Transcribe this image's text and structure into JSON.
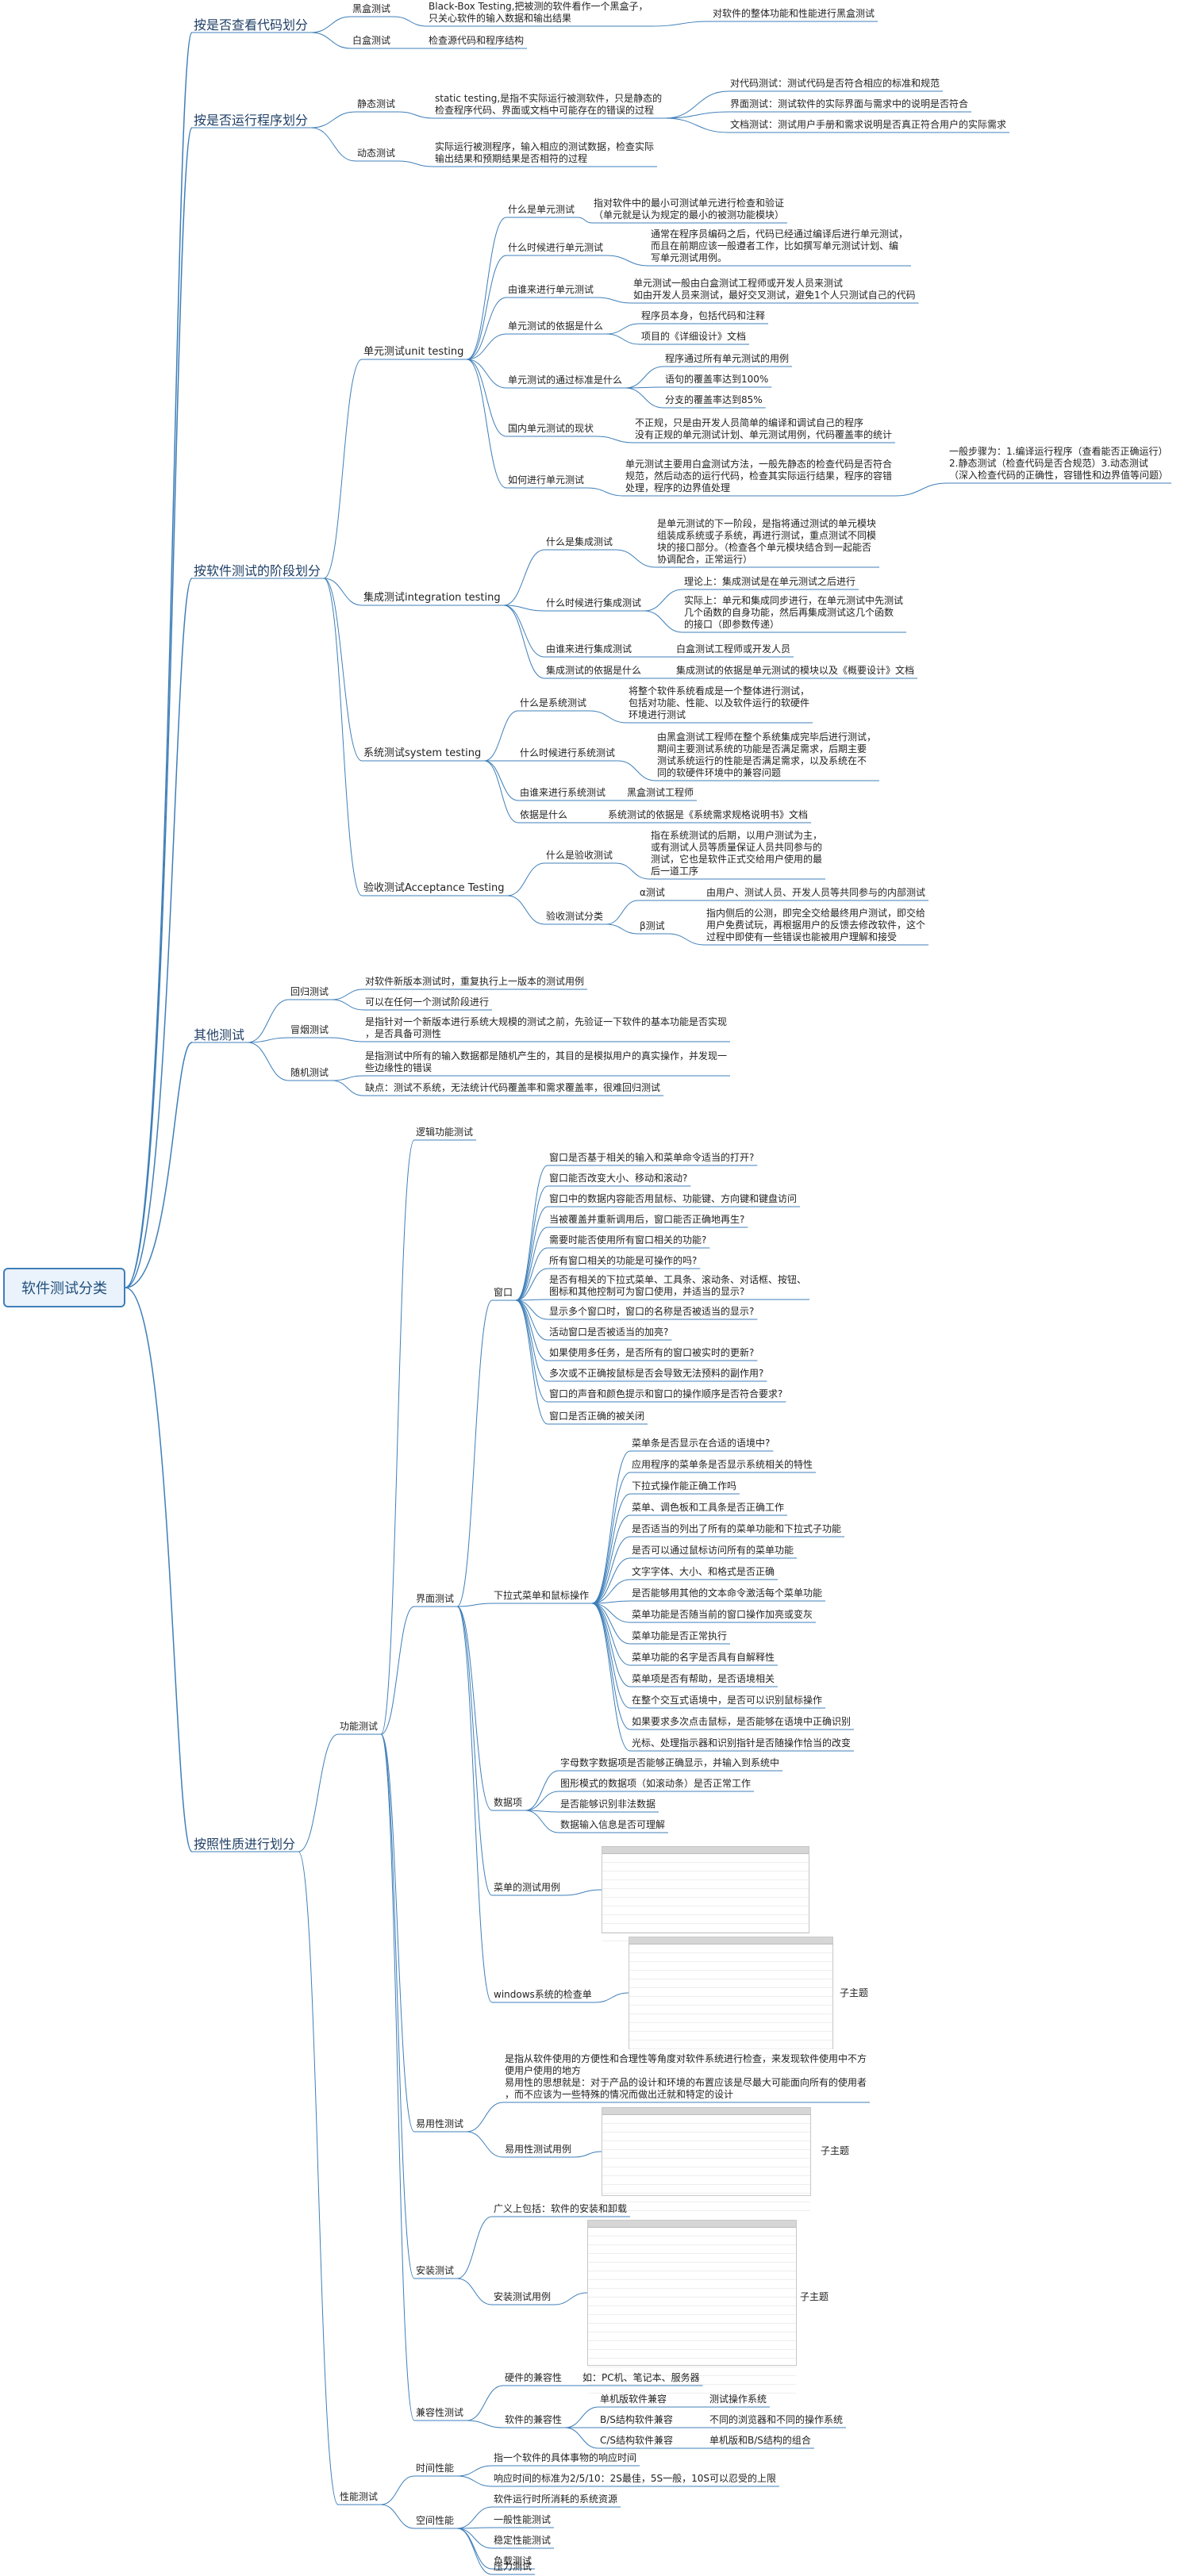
{
  "root": "软件测试分类",
  "branches": {
    "b1": "按是否查看代码划分",
    "b2": "按是否运行程序划分",
    "b3": "按软件测试的阶段划分",
    "b4": "其他测试",
    "b5": "按照性质进行划分"
  },
  "b1": {
    "black": "黑盒测试",
    "black_desc": "Black-Box Testing,把被测的软件看作一个黑盒子，\n只关心软件的输入数据和输出结果",
    "black_note": "对软件的整体功能和性能进行黑盒测试",
    "white": "白盒测试",
    "white_desc": "检查源代码和程序结构"
  },
  "b2": {
    "static": "静态测试",
    "static_desc": "static testing,是指不实际运行被测软件，只是静态的\n检查程序代码、界面或文档中可能存在的错误的过程",
    "static_items": [
      "对代码测试：测试代码是否符合相应的标准和规范",
      "界面测试：测试软件的实际界面与需求中的说明是否符合",
      "文档测试：测试用户手册和需求说明是否真正符合用户的实际需求"
    ],
    "dynamic": "动态测试",
    "dynamic_desc": "实际运行被测程序，输入相应的测试数据，检查实际\n输出结果和预期结果是否相符的过程"
  },
  "b3": {
    "unit": "单元测试unit testing",
    "unit_q": {
      "what": "什么是单元测试",
      "what_a": "指对软件中的最小可测试单元进行检查和验证\n（单元就是认为规定的最小的被测功能模块）",
      "when": "什么时候进行单元测试",
      "when_a": "通常在程序员编码之后，代码已经通过编译后进行单元测试，\n而且在前期应该一般遵者工作，比如撰写单元测试计划、编\n写单元测试用例。",
      "who": "由谁来进行单元测试",
      "who_a": "单元测试一般由白盒测试工程师或开发人员来测试\n如由开发人员来测试，最好交叉测试，避免1个人只测试自己的代码",
      "basis": "单元测试的依据是什么",
      "basis_a1": "程序员本身，包括代码和注释",
      "basis_a2": "项目的《详细设计》文档",
      "pass": "单元测试的通过标准是什么",
      "pass_a1": "程序通过所有单元测试的用例",
      "pass_a2": "语句的覆盖率达到100%",
      "pass_a3": "分支的覆盖率达到85%",
      "status": "国内单元测试的现状",
      "status_a": "不正规，只是由开发人员简单的编译和调试自己的程序\n没有正规的单元测试计划、单元测试用例，代码覆盖率的统计",
      "how": "如何进行单元测试",
      "how_a": "单元测试主要用白盒测试方法，一般先静态的检查代码是否符合\n规范，然后动态的运行代码，检查其实际运行结果，程序的容错\n处理，程序的边界值处理",
      "how_note": "一般步骤为：1.编译运行程序（查看能否正确运行）\n2.静态测试（检查代码是否合规范）3.动态测试\n（深入检查代码的正确性，容错性和边界值等问题）"
    },
    "integ": "集成测试integration testing",
    "integ_q": {
      "what": "什么是集成测试",
      "what_a": "是单元测试的下一阶段，是指将通过测试的单元模块\n组装成系统或子系统，再进行测试，重点测试不同模\n块的接口部分。（检查各个单元模块结合到一起能否\n协调配合，正常运行）",
      "when": "什么时候进行集成测试",
      "when_a1": "理论上：集成测试是在单元测试之后进行",
      "when_a2": "实际上：单元和集成同步进行，在单元测试中先测试\n几个函数的自身功能，然后再集成测试这几个函数\n的接口（即参数传递）",
      "who": "由谁来进行集成测试",
      "who_a": "白盒测试工程师或开发人员",
      "basis": "集成测试的依据是什么",
      "basis_a": "集成测试的依据是单元测试的模块以及《概要设计》文档"
    },
    "sys": "系统测试system testing",
    "sys_q": {
      "what": "什么是系统测试",
      "what_a": "将整个软件系统看成是一个整体进行测试，\n包括对功能、性能、以及软件运行的软硬件\n环境进行测试",
      "when": "什么时候进行系统测试",
      "when_a": "由黑盒测试工程师在整个系统集成完毕后进行测试，\n期间主要测试系统的功能是否满足需求，后期主要\n测试系统运行的性能是否满足需求，以及系统在不\n同的软硬件环境中的兼容问题",
      "who": "由谁来进行系统测试",
      "who_a": "黑盒测试工程师",
      "basis": "依据是什么",
      "basis_a": "系统测试的依据是《系统需求规格说明书》文档"
    },
    "acc": "验收测试Acceptance Testing",
    "acc_q": {
      "what": "什么是验收测试",
      "what_a": "指在系统测试的后期，以用户测试为主，\n或有测试人员等质量保证人员共同参与的\n测试，它也是软件正式交给用户使用的最\n后一道工序",
      "kinds": "验收测试分类",
      "alpha": "α测试",
      "alpha_a": "由用户、测试人员、开发人员等共同参与的内部测试",
      "beta": "β测试",
      "beta_a": "指内侧后的公测，即完全交给最终用户测试，即交给\n用户免费试玩，再根据用户的反馈去修改软件，这个\n过程中即使有一些错误也能被用户理解和接受"
    }
  },
  "b4": {
    "reg": "回归测试",
    "reg_a1": "对软件新版本测试时，重复执行上一版本的测试用例",
    "reg_a2": "可以在任何一个测试阶段进行",
    "smoke": "冒烟测试",
    "smoke_a": "是指针对一个新版本进行系统大规模的测试之前，先验证一下软件的基本功能是否实现\n，是否具备可测性",
    "rand": "随机测试",
    "rand_a1": "是指测试中所有的输入数据都是随机产生的，其目的是模拟用户的真实操作，并发现一\n些边缘性的错误",
    "rand_a2": "缺点：测试不系统，无法统计代码覆盖率和需求覆盖率，很难回归测试"
  },
  "b5": {
    "func": "功能测试",
    "logic": "逻辑功能测试",
    "ui": "界面测试",
    "window": "窗口",
    "window_items": [
      "窗口是否基于相关的输入和菜单命令适当的打开?",
      "窗口能否改变大小、移动和滚动?",
      "窗口中的数据内容能否用鼠标、功能键、方向键和键盘访问",
      "当被覆盖并重新调用后，窗口能否正确地再生?",
      "需要时能否使用所有窗口相关的功能?",
      "所有窗口相关的功能是可操作的吗?",
      "是否有相关的下拉式菜单、工具条、滚动条、对话框、按钮、\n图标和其他控制可为窗口使用，并适当的显示?",
      "显示多个窗口时，窗口的名称是否被适当的显示?",
      "活动窗口是否被适当的加亮?",
      "如果使用多任务，是否所有的窗口被实时的更新?",
      "多次或不正确按鼠标是否会导致无法预料的副作用?",
      "窗口的声音和颜色提示和窗口的操作顺序是否符合要求?",
      "窗口是否正确的被关闭"
    ],
    "menu": "下拉式菜单和鼠标操作",
    "menu_items": [
      "菜单条是否显示在合适的语境中?",
      "应用程序的菜单条是否显示系统相关的特性",
      "下拉式操作能正确工作吗",
      "菜单、调色板和工具条是否正确工作",
      "是否适当的列出了所有的菜单功能和下拉式子功能",
      "是否可以通过鼠标访问所有的菜单功能",
      "文字字体、大小、和格式是否正确",
      "是否能够用其他的文本命令激活每个菜单功能",
      "菜单功能是否随当前的窗口操作加亮或变灰",
      "菜单功能是否正常执行",
      "菜单功能的名字是否具有自解释性",
      "菜单项是否有帮助，是否语境相关",
      "在整个交互式语境中，是否可以识别鼠标操作",
      "如果要求多次点击鼠标，是否能够在语境中正确识别",
      "光标、处理指示器和识别指针是否随操作恰当的改变"
    ],
    "data": "数据项",
    "data_items": [
      "字母数字数据项是否能够正确显示，并输入到系统中",
      "图形模式的数据项（如滚动条）是否正常工作",
      "是否能够识别非法数据",
      "数据输入信息是否可理解"
    ],
    "menu_case": "菜单的测试用例",
    "win_check": "windows系统的检查单",
    "subtopic": "子主题",
    "usab": "易用性测试",
    "usab_desc": "是指从软件使用的方便性和合理性等角度对软件系统进行检查，来发现软件使用中不方\n便用户使用的地方\n易用性的思想就是：对于产品的设计和环境的布置应该是尽最大可能面向所有的使用者\n，而不应该为一些特殊的情况而做出迁就和特定的设计",
    "usab_case": "易用性测试用例",
    "install": "安装测试",
    "install_desc": "广义上包括：软件的安装和卸载",
    "install_case": "安装测试用例",
    "compat": "兼容性测试",
    "hw": "硬件的兼容性",
    "hw_a": "如：PC机、笔记本、服务器",
    "sw": "软件的兼容性",
    "sw_items": [
      "单机版软件兼容",
      "测试操作系统",
      "B/S结构软件兼容",
      "不同的浏览器和不同的操作系统",
      "C/S结构软件兼容",
      "单机版和B/S结构的组合"
    ],
    "perf": "性能测试",
    "time": "时间性能",
    "time_a1": "指一个软件的具体事物的响应时间",
    "time_a2": "响应时间的标准为2/5/10：2S最佳，5S一般，10S可以忍受的上限",
    "space": "空间性能",
    "space_a": "软件运行时所消耗的系统资源",
    "perf_items": [
      "一般性能测试",
      "稳定性能测试",
      "负载测试",
      "压力测试"
    ]
  }
}
